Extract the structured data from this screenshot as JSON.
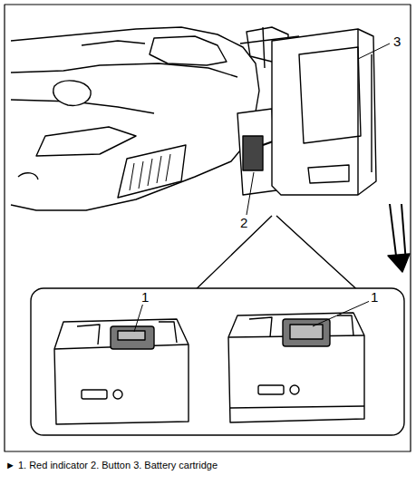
{
  "diagram": {
    "caption": "► 1. Red indicator 2. Button 3. Battery cartridge",
    "labels": [
      "3",
      "2",
      "1",
      "1"
    ]
  }
}
